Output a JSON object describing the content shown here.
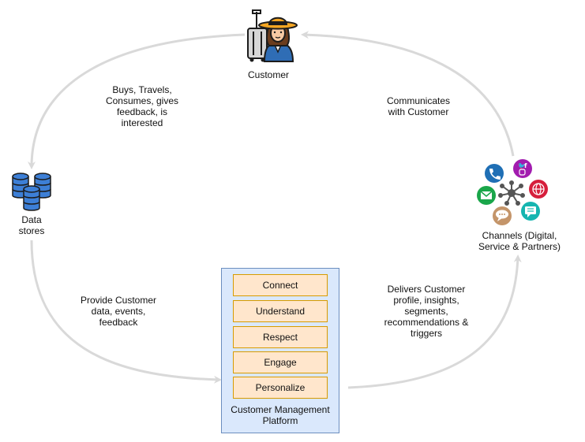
{
  "nodes": {
    "customer": "Customer",
    "data_stores": "Data\nstores",
    "channels": "Channels (Digital,\nService & Partners)",
    "platform": "Customer Management\nPlatform"
  },
  "edges": {
    "customer_to_datastores": "Buys, Travels,\nConsumes, gives\nfeedback, is\ninterested",
    "channels_to_customer": "Communicates\nwith Customer",
    "datastores_to_platform": "Provide Customer\ndata, events,\nfeedback",
    "platform_to_channels": "Delivers Customer\nprofile, insights,\nsegments,\nrecommendations &\ntriggers"
  },
  "capabilities": [
    "Connect",
    "Understand",
    "Respect",
    "Engage",
    "Personalize"
  ],
  "colors": {
    "arrow": "#d9d9d9",
    "platform_fill": "#dae8fc",
    "platform_border": "#6c8ebf",
    "capability_fill": "#ffe6cc",
    "capability_border": "#d79b00",
    "database": "#3d7fd6"
  },
  "icons": [
    "traveler-icon",
    "database-icon",
    "phone-icon",
    "social-icon",
    "email-icon",
    "network-hub-icon",
    "globe-icon",
    "chat-icon",
    "message-icon"
  ]
}
